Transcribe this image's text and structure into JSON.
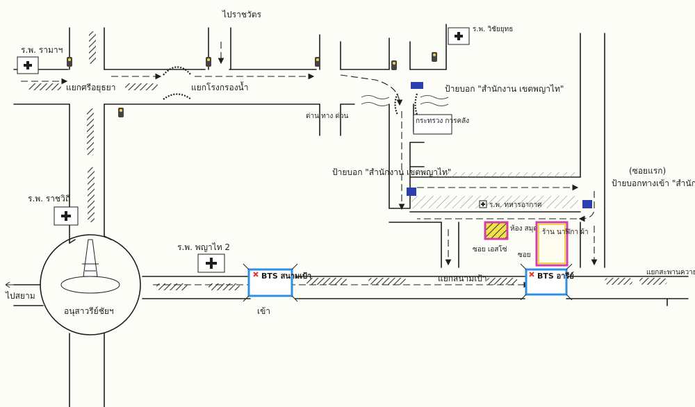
{
  "labels": {
    "to_rachawat": "ไปราชวัตร",
    "to_siam": "ไปสยาม",
    "hosp_ramathibodi": "ร.พ. รามาฯ",
    "hosp_rajavithi": "ร.พ. ราชวิถี",
    "hosp_phayathai2": "ร.พ. พญาไท 2",
    "hosp_wichaiyut": "ร.พ. วิชัยยุทธ",
    "hosp_tharakarn": "ร.พ. ทหารอากาศ",
    "junction_sisao": "แยกศรีอยุธยา",
    "junction_water": "แยกโรงกรองน้ำ",
    "junction_saphan": "แยกสะพานควาย",
    "junction_sanamphao": "แยกสนามเป้า",
    "expressway": "ด่าน ทาง ด่วน",
    "sign_left": "ป้ายบอก \"สำนักงาน เขตพญาไท\"",
    "sign_top": "ป้ายบอก \"สำนักงาน เขตพญาไท\"",
    "sign_right_note": "(ซอยแรก)",
    "sign_right": "ป้ายบอกทางเข้า \"สำนักงานเขต พญาไท\"",
    "finance_office": "กระทรวง การคลัง",
    "monument": "อนุสาวรีย์ชัยฯ",
    "bts_sanampao": "BTS สนามเป้า",
    "enter": "เข้า",
    "bts_ari": "BTS อารีย์",
    "destination": "ร้าน นาฬิกา ผ้า",
    "room": "ห้อง สมุด",
    "soi_small": "ซอย",
    "soi_small2": "ซอย เอสโซ่"
  }
}
